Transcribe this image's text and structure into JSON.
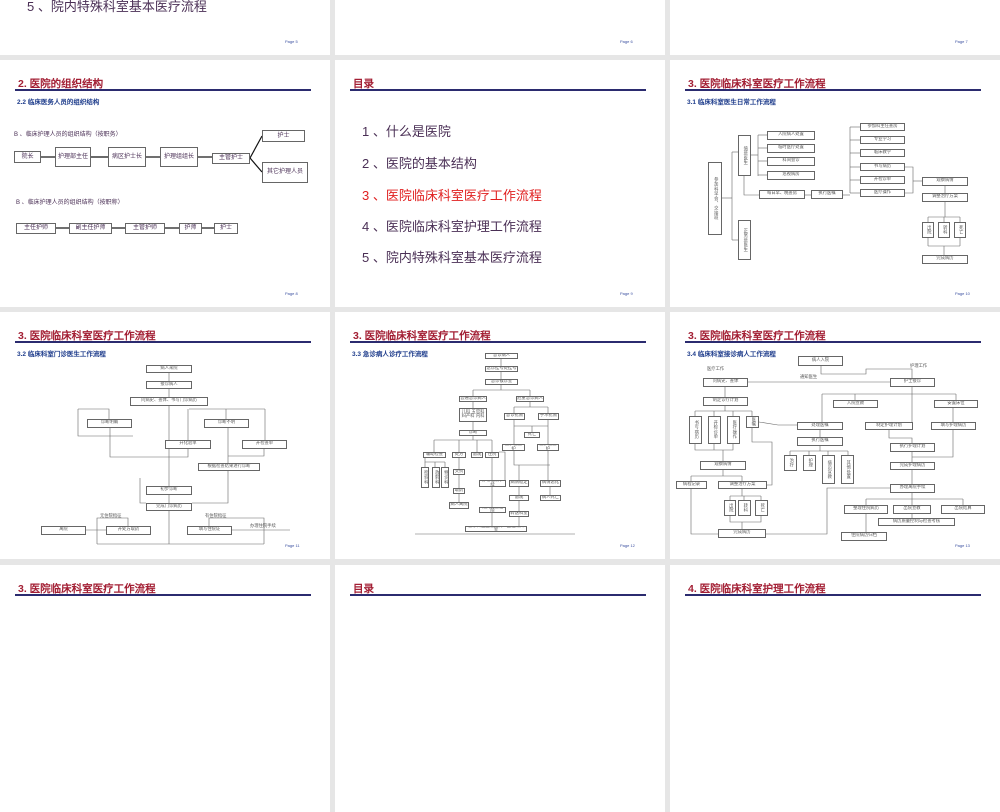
{
  "view": "slide-sorter",
  "colors": {
    "title": "#a31f34",
    "title_rule": "#2b2b6f",
    "subtitle": "#1f3d8c",
    "toc_highlight": "#e02020",
    "toc_text": "#4a2f55",
    "background": "#e6e6e6"
  },
  "slides": {
    "p5": {
      "item": "5 、院内特殊科室基本医疗流程",
      "page": "Page 5"
    },
    "p6": {
      "page": "Page 6"
    },
    "p7": {
      "page": "Page 7"
    },
    "p8": {
      "title": "2. 医院的组织结构",
      "subtitle": "2.2  临床医务人员的组织结构",
      "label1": "B 、临床护理人员的组织结构（按职务）",
      "label2": "B 、临床护理人员的组织结构（按职称）",
      "boxes": [
        "院长",
        "护理部主任",
        "病区护士长",
        "护理组组长",
        "主管护士",
        "护士",
        "其它护理人员",
        "主任护师",
        "副主任护师",
        "主管护师",
        "护师",
        "护士"
      ],
      "page": "Page 8"
    },
    "p9": {
      "title": "目录",
      "items": [
        "1 、什么是医院",
        "2 、医院的基本结构",
        "3 、医院临床科室医疗工作流程",
        "4 、医院临床科室护理工作流程",
        "5 、院内特殊科室基本医疗流程"
      ],
      "page": "Page 9"
    },
    "p10": {
      "title": "3. 医院临床科室医疗工作流程",
      "subtitle": "3.1   临床科室医生日常工作流程",
      "boxes": [
        "参加科早会、交接班",
        "值班医生",
        "正常班医生",
        "入院病人处置",
        "临时医疗处置",
        "科间会诊",
        "巡视病房",
        "每日早、晚查房",
        "执行医嘱",
        "参加科主任查房",
        "专业学习",
        "临床教学",
        "书写病历",
        "开检诊单",
        "医疗操作",
        "观察病情",
        "调整治疗方案",
        "出院",
        "转科",
        "死亡",
        "完成病历"
      ],
      "page": "Page 10"
    },
    "p11": {
      "title": "3. 医院临床科室医疗工作流程",
      "subtitle": "3.2   临床科室门诊医生工作流程",
      "boxes": [
        "病人来院",
        "接诊病人",
        "问病史、查体、书写门诊病历",
        "诊断明确",
        "诊断不明",
        "开化验单",
        "开检查单",
        "根据检查结果进行诊断",
        "初步诊断",
        "完成门诊病历",
        "离院",
        "开处方取药",
        "填写住院证"
      ],
      "texts": [
        "无住院指征",
        "有住院指征",
        "办理住院手续"
      ],
      "page": "Page 11"
    },
    "p12": {
      "title": "3. 医院临床科室医疗工作流程",
      "subtitle": "3.3   急诊病人诊疗工作流程",
      "boxes": [
        "急诊病人",
        "急诊挂号处挂号",
        "急诊候诊室",
        "普通急诊病人",
        "危重急诊病人",
        "儿科 五官科 妇产科 内科",
        "诊断",
        "急诊抢救",
        "手术抢救",
        "死亡",
        "监护室监护",
        "监护室监护",
        "辅助检查",
        "处方",
        "留观",
        "住院",
        "检验科",
        "放射科",
        "特诊科",
        "交费",
        "取药",
        "病人离院",
        "办理住院手续",
        "病情稳定",
        "病情恶化",
        "留观",
        "病人死亡",
        "相关科室住院",
        "转送科室",
        "急诊科医生通知病人至住院科室"
      ],
      "page": "Page 12"
    },
    "p13": {
      "title": "3. 医院临床科室医疗工作流程",
      "subtitle": "3.4   临床科室接诊病人工作流程",
      "boxes": [
        "病人入院",
        "问病史、查体",
        "护士接诊",
        "制定诊疗计划",
        "入院宣教",
        "安置床位",
        "书写病历",
        "开检诊单",
        "医疗操作",
        "医嘱",
        "处理医嘱",
        "制定护理计划",
        "填写护理病历",
        "执行医嘱",
        "治疗",
        "护理",
        "病员宣教",
        "其他处置",
        "执行护理计划",
        "完成护理病历",
        "观察病情",
        "病程记录",
        "调整治疗方案",
        "办理离院手续",
        "出院",
        "转科",
        "死亡",
        "整理住院病历",
        "出院宣教",
        "出院结算",
        "病历质量控制与检查考核",
        "完成病历",
        "住院病历归档"
      ],
      "texts": [
        "医疗工作",
        "护理工作",
        "通知医生"
      ],
      "page": "Page 13"
    },
    "p14": {
      "title": "3. 医院临床科室医疗工作流程"
    },
    "p15": {
      "title": "目录"
    },
    "p16": {
      "title": "4. 医院临床科室护理工作流程"
    }
  }
}
